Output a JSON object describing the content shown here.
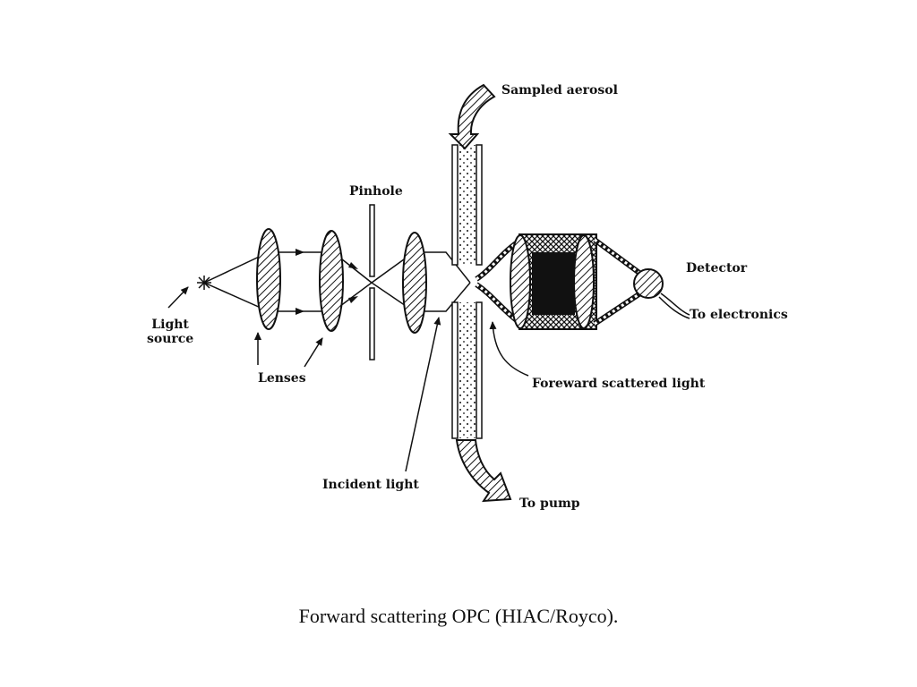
{
  "labels": {
    "sampled_aerosol": "Sampled aerosol",
    "pinhole": "Pinhole",
    "detector": "Detector",
    "light_source_line1": "Light",
    "light_source_line2": "source",
    "to_electronics": "To electronics",
    "lenses": "Lenses",
    "forward_scattered_light": "Foreward scattered light",
    "incident_light": "Incident light",
    "to_pump": "To pump"
  },
  "caption": "Forward scattering OPC (HIAC/Royco).",
  "colors": {
    "ink": "#111111",
    "background": "#ffffff"
  }
}
